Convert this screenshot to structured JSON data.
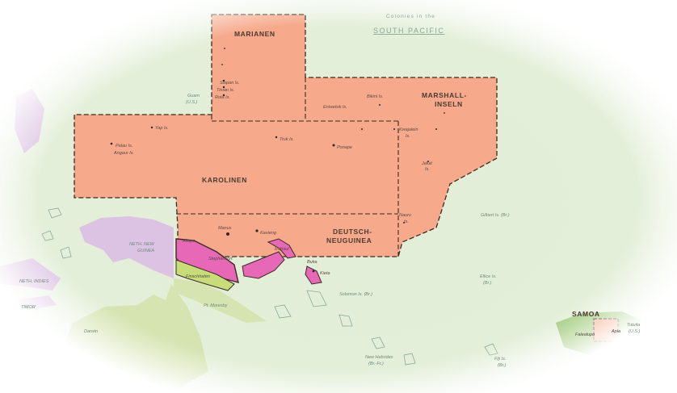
{
  "map": {
    "title_line1": "Colonies in the",
    "title_line2": "SOUTH PACIFIC",
    "regions": {
      "marianen": "MARIANEN",
      "marshall_line1": "MARSHALL-",
      "marshall_line2": "INSELN",
      "karolinen": "KAROLINEN",
      "neuguinea_line1": "DEUTSCH-",
      "neuguinea_line2": "NEUGUINEA",
      "samoa": "SAMOA",
      "neth_new_guinea_line1": "NETH. NEW",
      "neth_new_guinea_line2": "GUINEA",
      "neth_indies": "NETH. INDIES",
      "timor": "TIMOR"
    },
    "places": {
      "saipan": "Saipan Is.",
      "tinian": "Tinian Is.",
      "rota": "Rota Is.",
      "yap": "Yap Is.",
      "palau": "Palau Is.",
      "angaur": "Angaur Is.",
      "truk": "Truk Is.",
      "ponape": "Ponape",
      "eniwetok": "Eniwetok Is.",
      "bikini": "Bikini Is.",
      "kwajalein_line1": "Kwajalein",
      "kwajalein_line2": "Is.",
      "jaluit_line1": "Jaluit",
      "jaluit_line2": "Is.",
      "nauru_line1": "Nauru",
      "nauru_line2": "Is.",
      "manus": "Manus",
      "kavieng": "Kavieng",
      "rabaul": "Rabaul",
      "stephansort": "Stephansort",
      "finschhafen": "Finschhafen",
      "bougainville_buka": "Buka",
      "kieta": "Kieta",
      "aitape": "Aitape",
      "apia": "Apia",
      "faleolo": "Falealupo"
    },
    "sea_labels": {
      "guam": "Guam",
      "guam_us": "(U.S.)",
      "gilbert": "Gilbert Is. (Br.)",
      "ellice_line1": "Ellice Is.",
      "ellice_line2": "(Br.)",
      "solomon": "Solomon Is. (Br.)",
      "new_hebrides_line1": "New Hebrides",
      "new_hebrides_line2": "(Br.-Fr.)",
      "fiji_line1": "Fiji Is.",
      "fiji_line2": "(Br.)",
      "tutuila": "Tutuila",
      "tutuila_us": "(U.S.)",
      "port_moresby": "Pt. Moresby",
      "darwin": "Darwin"
    },
    "colors": {
      "sea": "#e2eed7",
      "german_colony": "#f6a98b",
      "border": "#3b2a22",
      "pink_territory": "#e768b7",
      "yellow_green": "#c8dd7a",
      "dutch_lilac": "#dcc3e3",
      "australia": "#d6e4b2",
      "samoa_green": "#9fca7a"
    }
  }
}
